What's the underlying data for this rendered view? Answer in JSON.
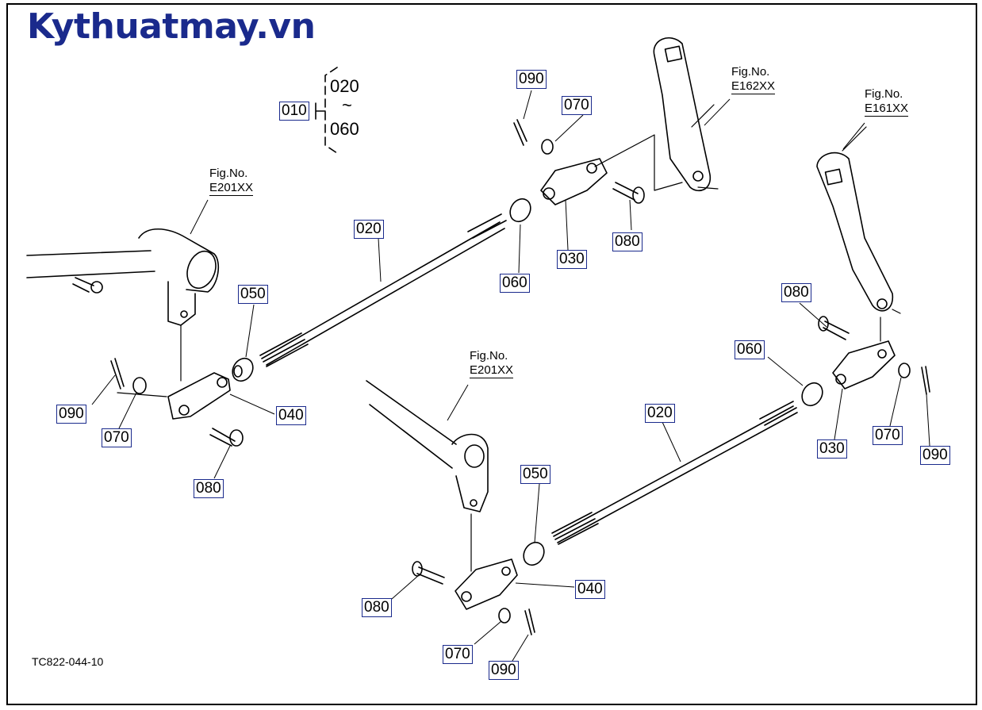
{
  "watermark": "Kythuatmay.vn",
  "drawing_code": "TC822-044-10",
  "group_bracket": {
    "main": "010",
    "range_start": "020",
    "tilde": "~",
    "range_end": "060"
  },
  "fig_refs": {
    "e201_top": {
      "label": "Fig.No.",
      "code": "E201XX"
    },
    "e201_mid": {
      "label": "Fig.No.",
      "code": "E201XX"
    },
    "e162": {
      "label": "Fig.No.",
      "code": "E162XX"
    },
    "e161": {
      "label": "Fig.No.",
      "code": "E161XX"
    }
  },
  "callouts": {
    "c090_a": "090",
    "c070_a": "070",
    "c020_a": "020",
    "c060_a": "060",
    "c030_a": "030",
    "c080_a": "080",
    "c050_a": "050",
    "c040_a": "040",
    "c090_b": "090",
    "c070_b": "070",
    "c080_b": "080",
    "c080_c": "080",
    "c060_b": "060",
    "c030_b": "030",
    "c070_c": "070",
    "c090_c": "090",
    "c020_b": "020",
    "c050_b": "050",
    "c040_b": "040",
    "c080_d": "080",
    "c070_d": "070",
    "c090_d": "090"
  }
}
